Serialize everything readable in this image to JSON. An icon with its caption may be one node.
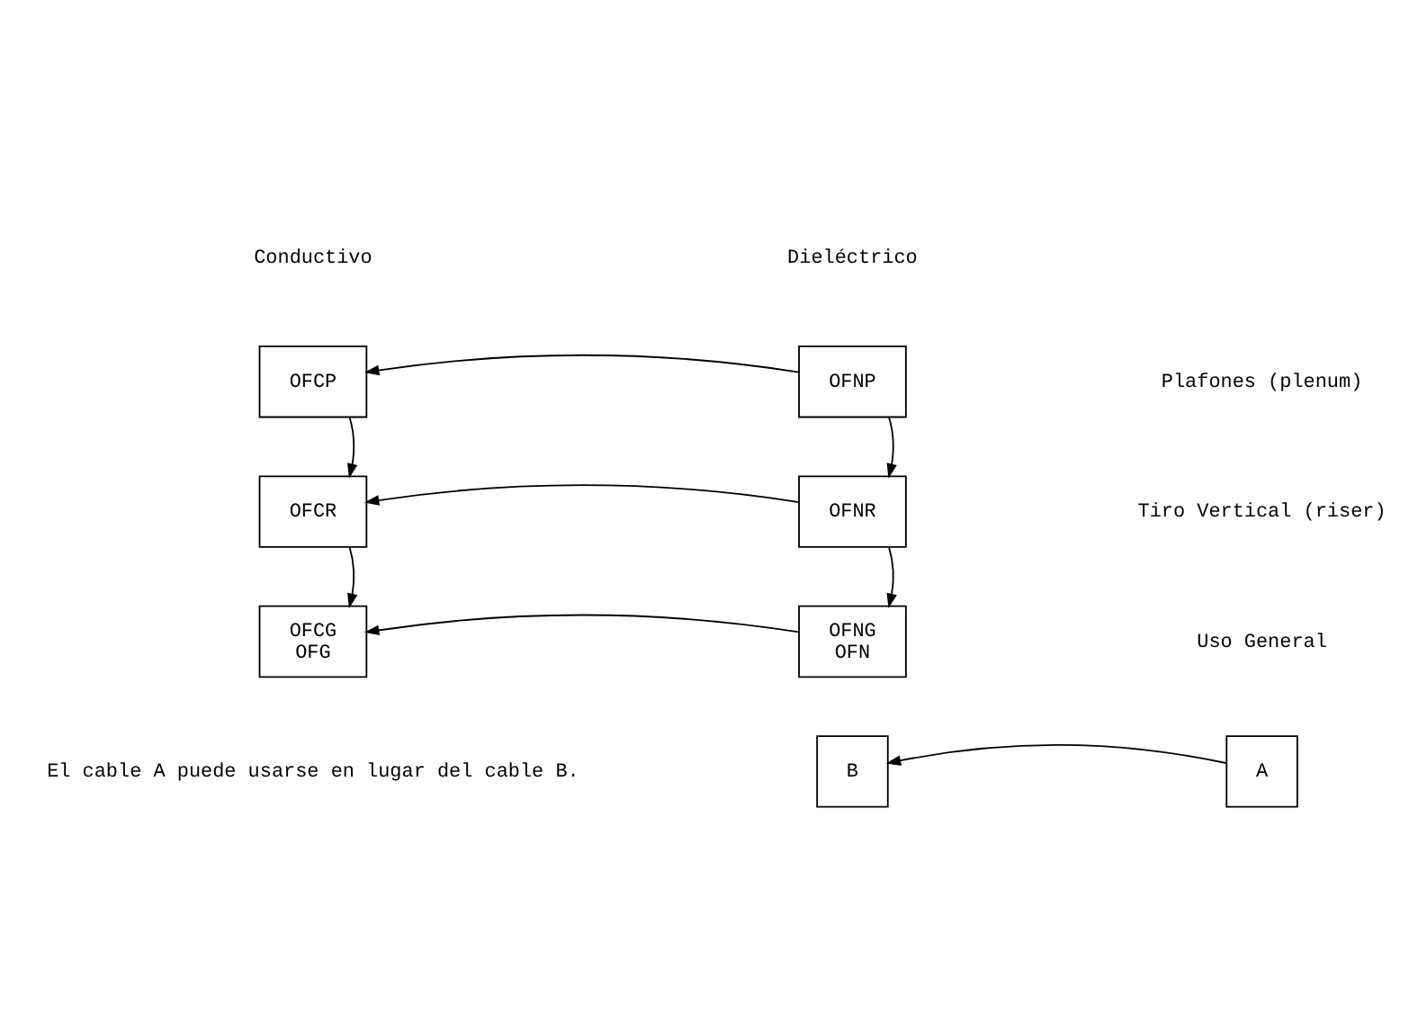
{
  "diagram": {
    "nodes": [
      {
        "text": [
          "OFNP"
        ]
      },
      {
        "text": [
          "OFCP"
        ]
      },
      {
        "text": [
          "OFNR"
        ]
      },
      {
        "text": [
          "OFCR"
        ]
      },
      {
        "text": [
          "OFNG",
          "OFN"
        ]
      },
      {
        "text": [
          "OFCG",
          "OFG"
        ]
      },
      {
        "text": [
          "A"
        ]
      },
      {
        "text": [
          "B"
        ]
      }
    ],
    "edges": [
      {
        "from": 0,
        "to": 1,
        "arrow": "to"
      },
      {
        "from": 0,
        "to": 2,
        "arrow": "to"
      },
      {
        "from": 1,
        "to": 3,
        "arrow": "to"
      },
      {
        "from": 2,
        "to": 3,
        "arrow": "to"
      },
      {
        "from": 2,
        "to": 4,
        "arrow": "to"
      },
      {
        "from": 3,
        "to": 5,
        "arrow": "to"
      },
      {
        "from": 4,
        "to": 5,
        "arrow": "to"
      },
      {
        "from": 6,
        "to": 7,
        "arrow": "to"
      }
    ],
    "labels": [
      "Dieléctrico",
      "Conductivo",
      "Plafones (plenum)",
      "Tiro Vertical (riser)",
      "Uso General",
      "El cable A puede usarse en lugar del cable B."
    ]
  }
}
